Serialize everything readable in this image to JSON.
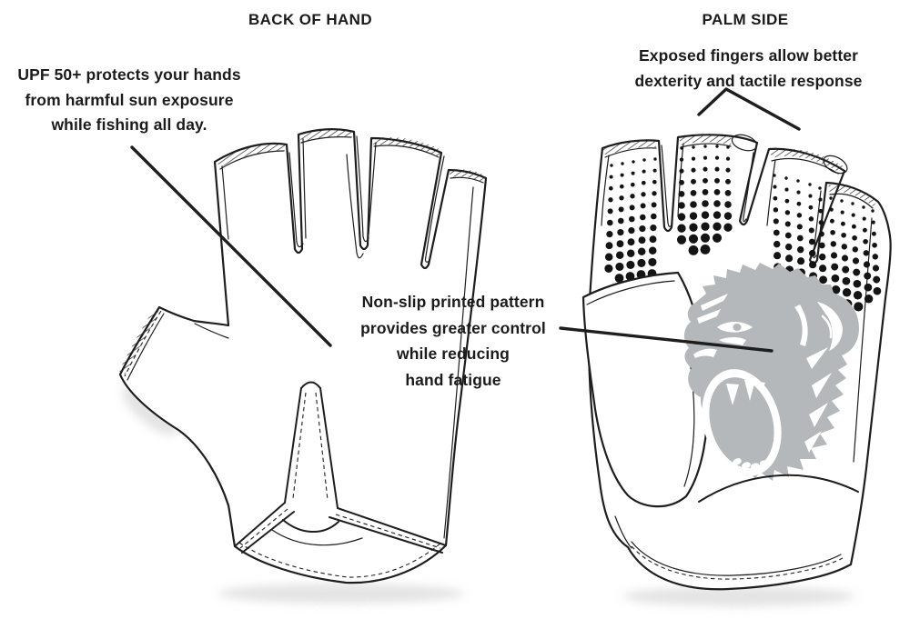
{
  "titles": {
    "back_of_hand": "BACK OF HAND",
    "palm_side": "PALM SIDE"
  },
  "annotations": {
    "upf": {
      "lines": [
        "UPF 50+ protects your hands",
        "from harmful sun exposure",
        "while fishing all day."
      ]
    },
    "exposed_fingers": {
      "lines": [
        "Exposed fingers allow better",
        "dexterity and tactile response"
      ]
    },
    "non_slip": {
      "lines": [
        "Non-slip printed pattern",
        "provides greater control",
        "while reducing",
        "hand fatigue"
      ]
    }
  },
  "graphics": {
    "left_glove": "fingerless-glove-back-of-hand-line-art",
    "right_glove": "fingerless-glove-palm-line-art",
    "palm_logo": "screaming-ape-head-graphic",
    "grip_pattern": "non-slip-printed-dot-pattern",
    "fingertip_trim": "hatched-elastic-trim"
  },
  "colors": {
    "background": "#ffffff",
    "ink": "#1e1e1e",
    "text": "#1b1b1b",
    "dot_black": "#141414",
    "ape_gray": "#b4b8bb",
    "shadow": "#c9c9c9"
  }
}
